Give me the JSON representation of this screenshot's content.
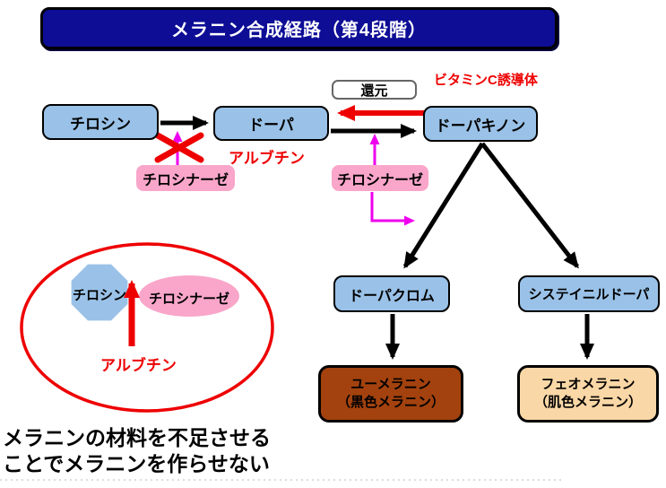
{
  "title": "メラニン合成経路（第4段階）",
  "colors": {
    "title_bg": "#0D0D96",
    "node_blue": "#9AC2E8",
    "pink": "#F9A6CA",
    "magenta": "#EE00EE",
    "red": "#EE0000",
    "brown": "#A3420E",
    "peach": "#FAD7A6"
  },
  "labels": {
    "reduction": "還元",
    "vitamin_c": "ビタミンC誘導体",
    "arbutin_top": "アルブチン",
    "arbutin_bottom": "アルブチン"
  },
  "nodes": {
    "tyrosine": "チロシン",
    "dopa": "ドーパ",
    "dopaquinone": "ドーパキノン",
    "tyrosinase1": "チロシナーゼ",
    "tyrosinase2": "チロシナーゼ",
    "dopachrome": "ドーパクロム",
    "cysteinyldopa": "システイニルドーパ",
    "eumelanin_line1": "ユーメラニン",
    "eumelanin_line2": "（黒色メラニン）",
    "pheomelanin_line1": "フェオメラニン",
    "pheomelanin_line2": "（肌色メラニン）",
    "inhib_tyrosine": "チロシン",
    "inhib_tyrosinase": "チロシナーゼ"
  },
  "caption": {
    "line1": "メラニンの材料を不足させる",
    "line2": "ことでメラニンを作らせない"
  }
}
